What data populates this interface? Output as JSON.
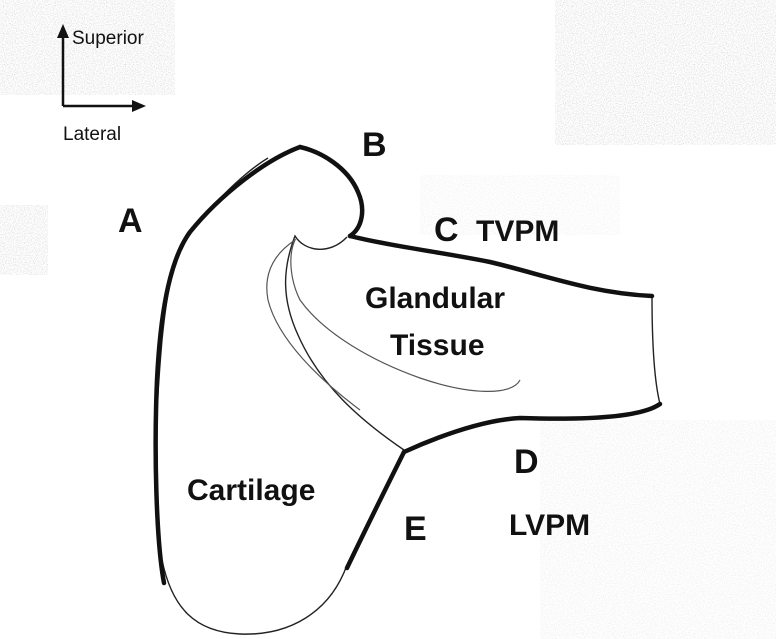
{
  "compass": {
    "vertical_label": "Superior",
    "horizontal_label": "Lateral"
  },
  "points": {
    "a": "A",
    "b": "B",
    "c": "C",
    "d": "D",
    "e": "E"
  },
  "regions": {
    "tvpm": "TVPM",
    "glandular_line1": "Glandular",
    "glandular_line2": "Tissue",
    "cartilage": "Cartilage",
    "lvpm": "LVPM"
  },
  "colors": {
    "ink": "#111111",
    "texture": "#bdbdbd",
    "background": "#ffffff"
  }
}
